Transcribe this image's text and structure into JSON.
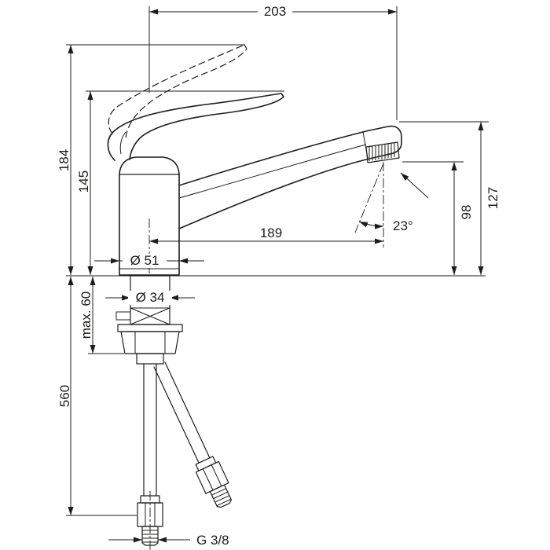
{
  "meta": {
    "kind": "technical-dimension-drawing",
    "subject": "single-lever kitchen mixer tap with pull-out supply hoses",
    "background": "#ffffff",
    "ink": "#1d1d1b"
  },
  "dims": {
    "d203": {
      "label": "203",
      "orientation": "horizontal",
      "meaning": "overall projection to spout tip"
    },
    "d184": {
      "label": "184",
      "orientation": "vertical",
      "meaning": "height with handle raised"
    },
    "d145": {
      "label": "145",
      "orientation": "vertical",
      "meaning": "height of handle"
    },
    "d127": {
      "label": "127",
      "orientation": "vertical",
      "meaning": "height of spout tip"
    },
    "d98": {
      "label": "98",
      "orientation": "vertical",
      "meaning": "height of outlet"
    },
    "d189": {
      "label": "189",
      "orientation": "horizontal",
      "meaning": "spout reach to aerator centre"
    },
    "angle": {
      "label": "23°",
      "meaning": "spray angle"
    },
    "dia51": {
      "label": "Ø 51",
      "meaning": "base diameter"
    },
    "dia34": {
      "label": "Ø 34",
      "meaning": "shank diameter"
    },
    "max60": {
      "label": "max. 60",
      "orientation": "vertical",
      "meaning": "maximum counter thickness"
    },
    "d560": {
      "label": "560",
      "orientation": "vertical",
      "meaning": "supply hose length"
    },
    "thread": {
      "label": "G 3/8",
      "meaning": "supply hose thread"
    }
  }
}
